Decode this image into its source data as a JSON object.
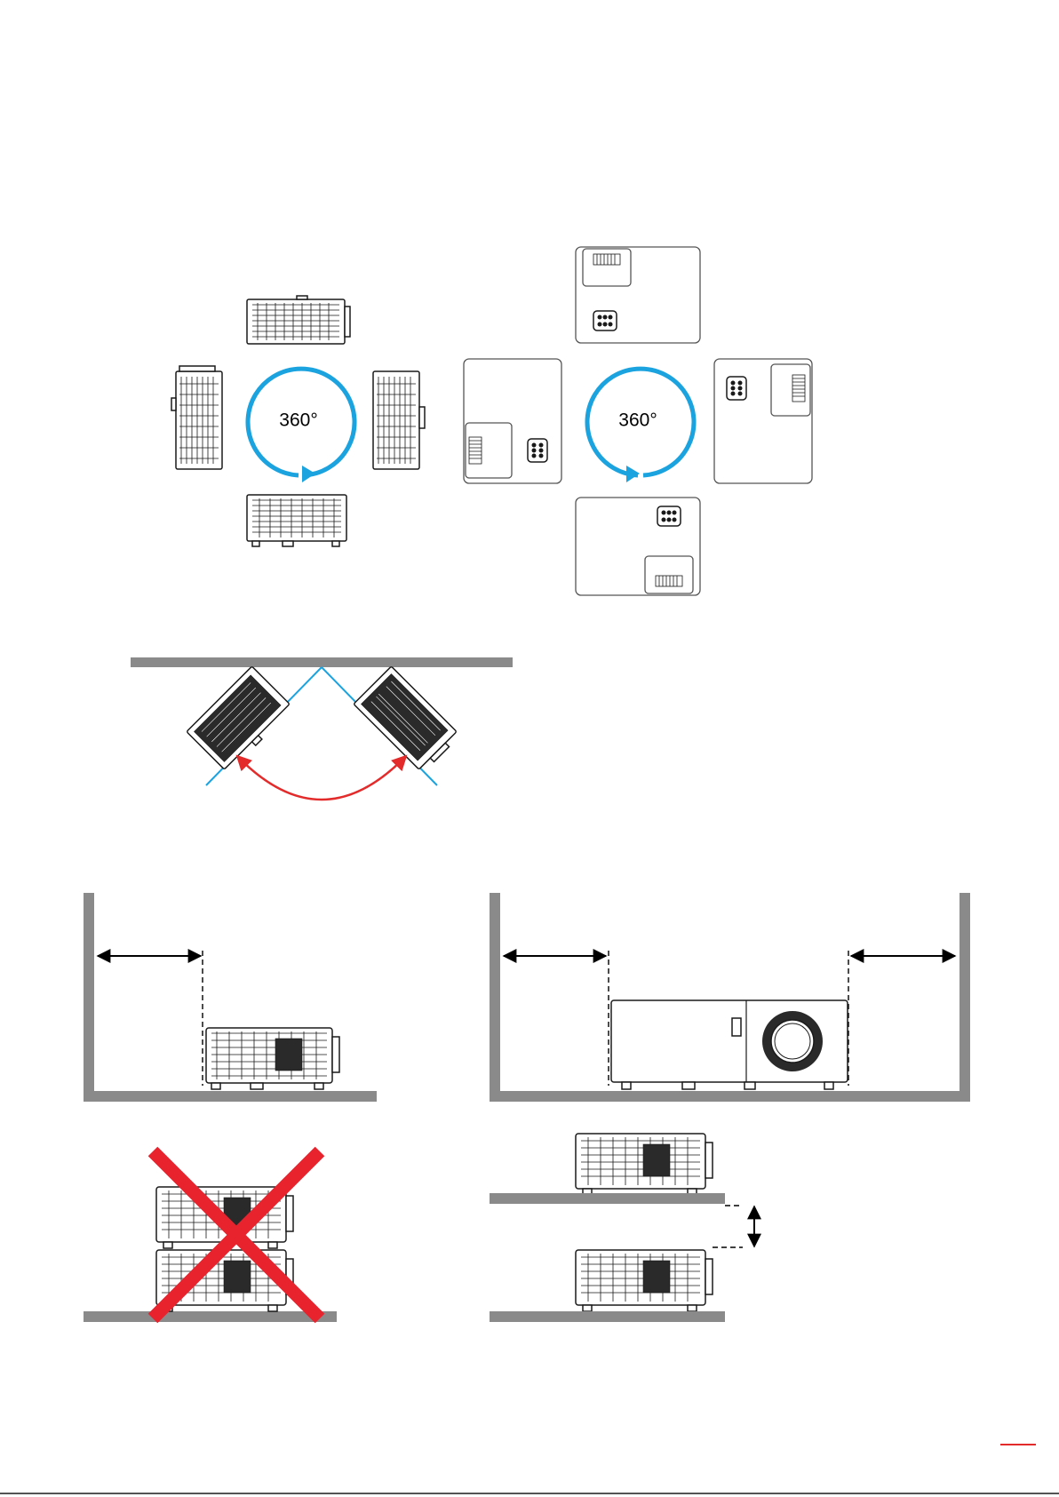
{
  "figures": {
    "side_rotation": {
      "label": "360°"
    },
    "top_rotation": {
      "label": "360°"
    }
  },
  "colors": {
    "rotation_arrow": "#1ba3e0",
    "tilt_arrow": "#e32b2b",
    "tilt_guides": "#1ba3e0",
    "prohibited_mark": "#e8232e",
    "wall": "#8a8a8a",
    "footer_accent": "#e32b2b"
  },
  "icons": [
    "projector-side-view",
    "projector-top-view",
    "rotation-arrow",
    "tilt-arc-arrow",
    "clearance-arrow",
    "prohibited-cross"
  ]
}
